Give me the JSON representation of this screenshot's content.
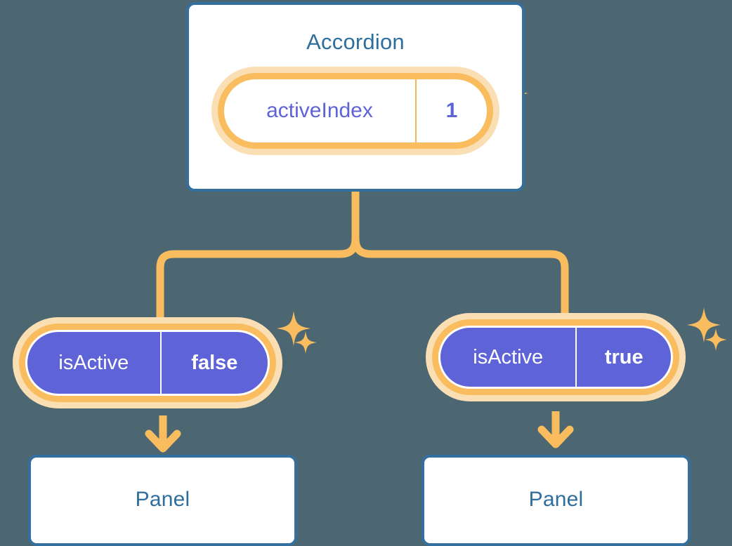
{
  "theme": {
    "background": "#4c6672",
    "box_border": "#34709f",
    "box_fill": "#ffffff",
    "title_color": "#2e6e9d",
    "wire_color": "#f9bd5f",
    "halo_color": "#fbdfb4",
    "pill_purple": "#5f63d8",
    "pill_text_purple": "#5f63d8",
    "pill_text_white": "#ffffff",
    "sparkle_color": "#f9bd5f"
  },
  "diagram": {
    "root": {
      "title": "Accordion",
      "state": {
        "key": "activeIndex",
        "value": "1"
      },
      "sparkle_name": "sparkle-icon"
    },
    "children": [
      {
        "id": "left",
        "prop": {
          "key": "isActive",
          "value": "false"
        },
        "panel_title": "Panel",
        "sparkle_name": "sparkle-icon"
      },
      {
        "id": "right",
        "prop": {
          "key": "isActive",
          "value": "true"
        },
        "panel_title": "Panel",
        "sparkle_name": "sparkle-icon"
      }
    ]
  }
}
